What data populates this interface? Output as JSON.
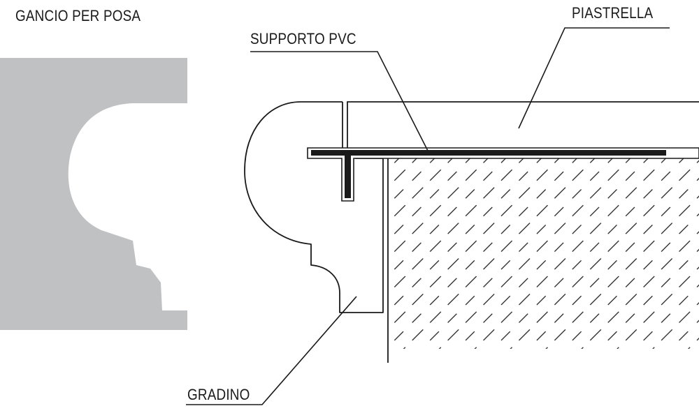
{
  "labels": {
    "gancio": "GANCIO PER POSA",
    "supporto": "SUPPORTO PVC",
    "piastrella": "PIASTRELLA",
    "gradino": "GRADINO"
  },
  "colors": {
    "line": "#1a1a1a",
    "profile_fill": "#c0c1c3",
    "background": "#ffffff"
  }
}
